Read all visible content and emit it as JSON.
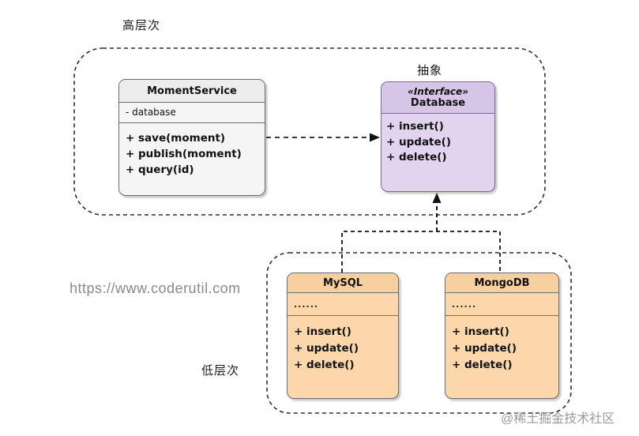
{
  "labels": {
    "high_level": "高层次",
    "abstraction": "抽象",
    "low_level": "低层次"
  },
  "watermarks": {
    "site_url": "https://www.coderutil.com",
    "community": "@稀土掘金技术社区"
  },
  "classes": {
    "moment_service": {
      "name": "MomentService",
      "attributes": [
        "- database"
      ],
      "methods": [
        "+ save(moment)",
        "+ publish(moment)",
        "+ query(id)"
      ]
    },
    "database": {
      "stereotype": "«Interface»",
      "name": "Database",
      "methods": [
        "+ insert()",
        "+ update()",
        "+ delete()"
      ]
    },
    "mysql": {
      "name": "MySQL",
      "attributes": [
        "......"
      ],
      "methods": [
        "+ insert()",
        "+ update()",
        "+ delete()"
      ]
    },
    "mongodb": {
      "name": "MongoDB",
      "attributes": [
        "......"
      ],
      "methods": [
        "+ insert()",
        "+ update()",
        "+ delete()"
      ]
    }
  },
  "colors": {
    "interface_fill": "#e0d4ee",
    "interface_header": "#d6c5e6",
    "interface_border": "#7d6b96",
    "concrete_fill": "#fbd7ab",
    "service_fill": "#f5f5f5",
    "dashed_line": "#2e2e2e",
    "arrow": "#111111"
  }
}
